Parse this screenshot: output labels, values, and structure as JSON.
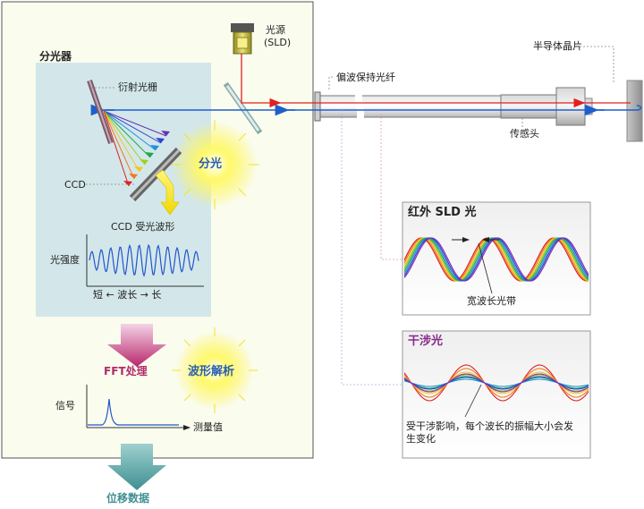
{
  "labels": {
    "light_source": "光源",
    "light_source_sub": "(SLD)",
    "semiconductor_wafer": "半导体晶片",
    "spectrometer": "分光器",
    "diffraction_grating": "衍射光栅",
    "fiber": "偏波保持光纤",
    "sensor_head": "传感头",
    "ccd": "CCD",
    "dispersion": "分光",
    "ccd_waveform": "CCD 受光波形",
    "intensity": "光强度",
    "wavelength_axis": "短 ← 波长 → 长",
    "fft": "FFT处理",
    "waveform_analysis": "波形解析",
    "signal": "信号",
    "measured_value": "测量值",
    "displacement_data": "位移数据"
  },
  "panels": {
    "infrared": {
      "title": "红外 SLD 光",
      "caption": "宽波长光带"
    },
    "interference": {
      "title": "干涉光",
      "caption_line1": "受干涉影响，每个波长的振幅大小会发",
      "caption_line2": "生变化"
    }
  },
  "colors": {
    "spectrometer_bg": "#fafcee",
    "inner_box": "#d3e7ea",
    "beam_blue": "#1e5fcc",
    "beam_red": "#e02020",
    "yellow_glow": "#fff34a",
    "fft_arrow": "#c23a7b",
    "output_arrow": "#4f9fa0",
    "purple_title": "#8a2a8a"
  },
  "icons": [
    "sld-light-source-icon",
    "sensor-head-icon",
    "semiconductor-wafer-icon",
    "diffraction-grating-icon",
    "ccd-sensor-icon",
    "beam-splitter-icon"
  ]
}
